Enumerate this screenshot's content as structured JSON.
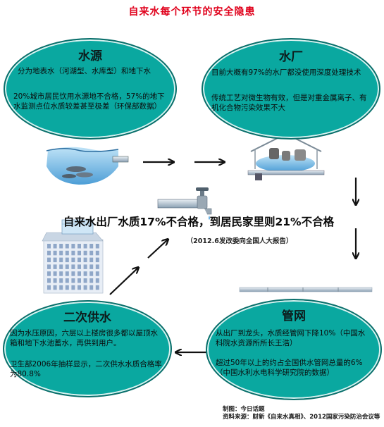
{
  "title": "自来水每个环节的安全隐患",
  "sections": {
    "source": {
      "heading": "水源",
      "text1": "分为地表水（河湖型、水库型）和地下水",
      "text2": "20%城市居民饮用水源地不合格，57%的地下水监测点位水质较差甚至极差（环保部数据）"
    },
    "plant": {
      "heading": "水厂",
      "text1": "目前大概有97%的水厂都没使用深度处理技术",
      "text2": "传统工艺对微生物有效，但是对重金属离子、有机化合物污染效果不大"
    },
    "pipe": {
      "heading": "管网",
      "text1": "从出厂到龙头，水质经管网下降10%（中国水科院水资源所所长王浩）",
      "text2": "超过50年以上的约占全国供水管网总量的6%（中国水利水电科学研究院的数据）"
    },
    "secondary": {
      "heading": "二次供水",
      "text1": "因为水压原因，六层以上楼房很多都以屋顶水箱和地下水池蓄水，再供到用户。",
      "text2": "卫生部2006年抽样显示，二次供水水质合格率为80.8%"
    }
  },
  "center": {
    "headline": "自来水出厂水质17%不合格，到居民家里则21%不合格",
    "subline": "（2012.6发改委向全国人大报告）"
  },
  "credits": {
    "line1": "制图：今日话题",
    "line2": "资料来源：财新《自来水真相》、2012国家污染防治会议等"
  },
  "colors": {
    "oval_fill": "#0aa8a0",
    "oval_border": "#0a6f6b",
    "title_red": "#e0001b",
    "water_blue": "#6fb6e6"
  }
}
